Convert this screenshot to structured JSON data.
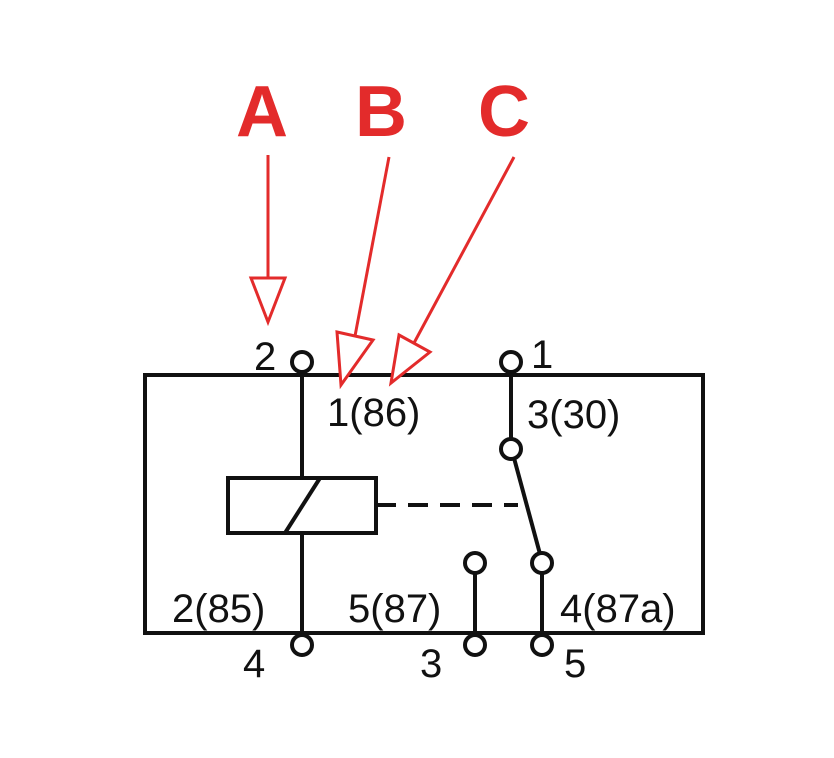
{
  "colors": {
    "line": "#111111",
    "annotation": "#e32b2b",
    "background": "#ffffff"
  },
  "annotations": {
    "a": "A",
    "b": "B",
    "c": "C"
  },
  "pins": {
    "top_left_number": "2",
    "top_right_number": "1",
    "bottom_left_number": "4",
    "bottom_middle_number": "3",
    "bottom_right_number": "5"
  },
  "terminals": {
    "coil_top": "1(86)",
    "common": "3(30)",
    "coil_bottom": "2(85)",
    "normally_open": "5(87)",
    "normally_closed": "4(87a)"
  }
}
